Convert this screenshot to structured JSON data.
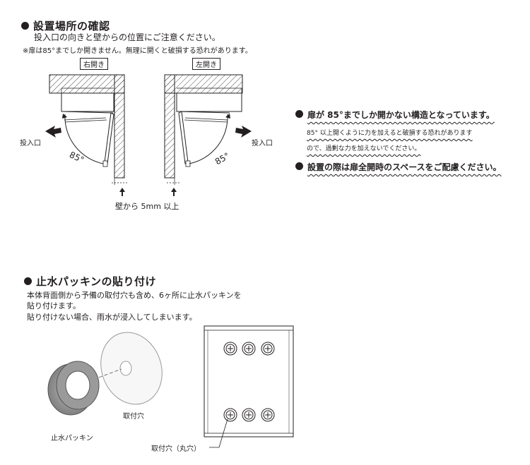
{
  "section1": {
    "heading": "設置場所の確認",
    "subheading": "投入口の向きと壁からの位置にご注意ください。",
    "note": "※扉は85°までしか開きません。無理に開くと破損する恐れがあります。",
    "label_right_open": "右開き",
    "label_left_open": "左開き",
    "inlet_left": "投入口",
    "inlet_right": "投入口",
    "angle_left": "85°",
    "angle_right": "85°",
    "wall_distance": "壁から 5mm 以上"
  },
  "notice": {
    "line1": "扉が 85°までしか開かない構造となっています。",
    "line2": "85° 以上開くように力を加えると破損する恐れがあります",
    "line3": "ので、過剰な力を加えないでください。",
    "line4": "設置の際は扉全開時のスペースをご配慮ください。"
  },
  "section2": {
    "heading": "止水パッキンの貼り付け",
    "body1": "本体背面側から予備の取付穴も含め、6ヶ所に止水パッキンを",
    "body2": "貼り付けます。",
    "body3": "貼り付けない場合、雨水が浸入してしまいます。",
    "label_mount_hole": "取付穴",
    "label_packing": "止水パッキン",
    "label_mount_hole_round": "取付穴（丸穴）"
  }
}
